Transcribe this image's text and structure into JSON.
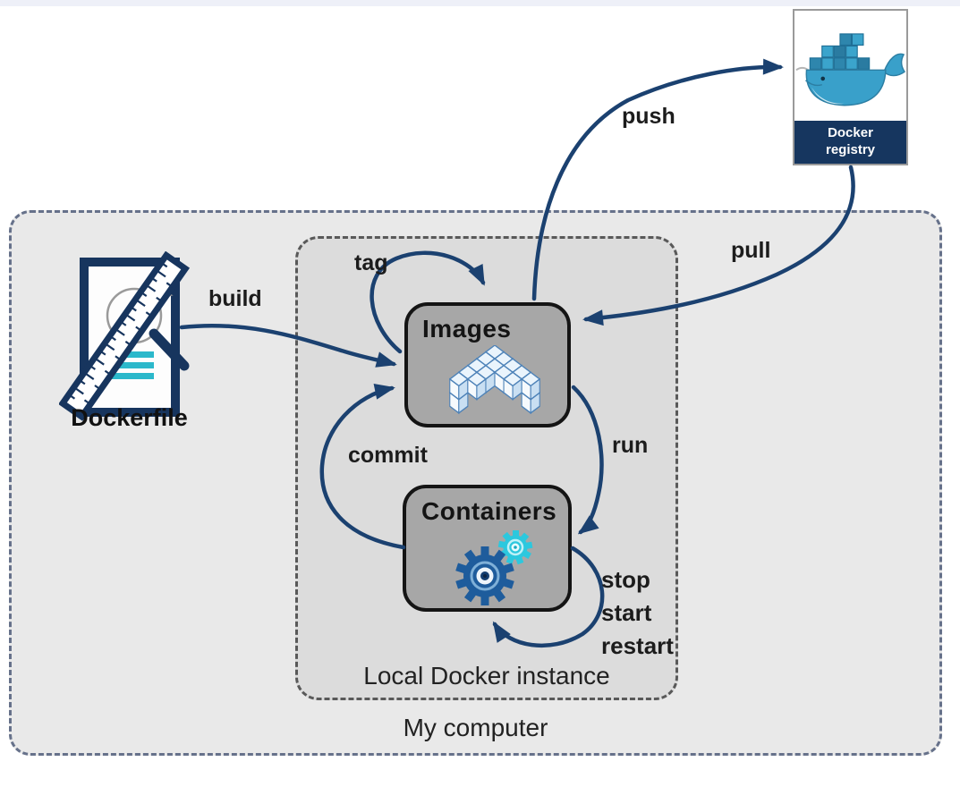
{
  "diagram": {
    "nodes": {
      "dockerfile": {
        "label": "Dockerfile"
      },
      "images": {
        "label": "Images"
      },
      "containers": {
        "label": "Containers"
      },
      "registry": {
        "label": "Docker registry"
      },
      "local_docker_instance": {
        "label": "Local Docker instance"
      },
      "my_computer": {
        "label": "My computer"
      }
    },
    "edges": {
      "build": {
        "label": "build",
        "from": "dockerfile",
        "to": "images"
      },
      "tag": {
        "label": "tag",
        "from": "images",
        "to": "images"
      },
      "push": {
        "label": "push",
        "from": "images",
        "to": "registry"
      },
      "pull": {
        "label": "pull",
        "from": "registry",
        "to": "images"
      },
      "run": {
        "label": "run",
        "from": "images",
        "to": "containers"
      },
      "commit": {
        "label": "commit",
        "from": "containers",
        "to": "images"
      },
      "stop_start_restart": {
        "lines": [
          "stop",
          "start",
          "restart"
        ],
        "from": "containers",
        "to": "containers"
      }
    },
    "colors": {
      "arrow": "#1b4170",
      "outer_box_fill": "#e9e9e9",
      "inner_box_fill": "#dcdcdc",
      "node_fill": "#a7a7a7",
      "registry_band": "#16365f",
      "docker_whale_blue": "#39a0ca",
      "dockerfile_teal": "#2bb8cb",
      "gear_blue": "#1e5c9c",
      "gear_cyan": "#2cc8de",
      "cube_blue": "#cde2f4"
    }
  }
}
